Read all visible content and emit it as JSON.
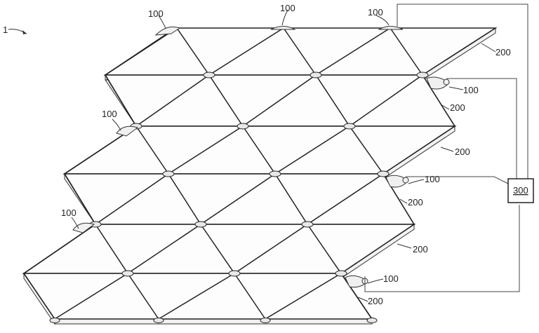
{
  "figure": {
    "ref_numeral": "1",
    "labels": {
      "actuator": "100",
      "panel": "200",
      "controller": "300"
    }
  }
}
